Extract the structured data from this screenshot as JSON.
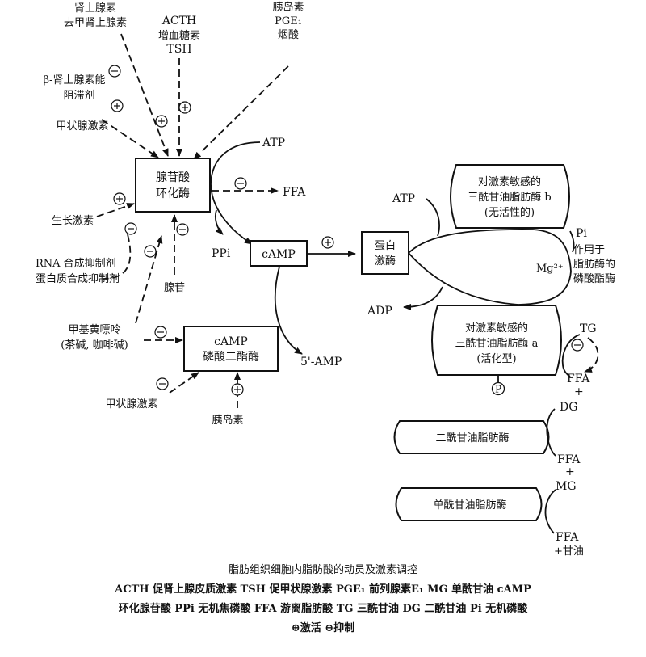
{
  "inputs": {
    "adrenaline": [
      "肾上腺素",
      "去甲肾上腺素"
    ],
    "acth": [
      "ACTH",
      "增血糖素",
      "TSH"
    ],
    "insulin_top": [
      "胰岛素",
      "PGE₁",
      "烟酸"
    ],
    "beta_blocker": [
      "β-肾上腺素能",
      "阻滞剂"
    ],
    "thyroid_top": "甲状腺激素",
    "growth_hormone": "生长激素",
    "rna_inhibitor": [
      "RNA 合成抑制剂",
      "蛋白质合成抑制剂"
    ],
    "adenosine": "腺苷",
    "methylxanthine": [
      "甲基黄嘌呤",
      "(茶碱, 咖啡碱)"
    ],
    "thyroid_bottom": "甲状腺激素",
    "insulin_bottom": "胰岛素"
  },
  "enzymes": {
    "adenylate_cyclase": [
      "腺苷酸",
      "环化酶"
    ],
    "camp_pde": [
      "cAMP",
      "磷酸二酯酶"
    ],
    "protein_kinase": [
      "蛋白",
      "激酶"
    ],
    "hsl_b": [
      "对激素敏感的",
      "三酰甘油脂肪酶 b",
      "(无活性的)"
    ],
    "hsl_a": [
      "对激素敏感的",
      "三酰甘油脂肪酶 a",
      "(活化型)"
    ],
    "dg_lipase": "二酰甘油脂肪酶",
    "mg_lipase": "单酰甘油脂肪酶"
  },
  "metabolites": {
    "atp_top": "ATP",
    "ffa_top": "FFA",
    "ppi": "PPi",
    "camp": "cAMP",
    "five_amp": "5'-AMP",
    "atp_right": "ATP",
    "adp": "ADP",
    "pi": "Pi",
    "phosphatase": [
      "作用于",
      "脂肪酶的",
      "磷酸酯酶"
    ],
    "mg2": "Mg²⁺",
    "tg": "TG",
    "ffa_1": [
      "FFA",
      "+",
      "DG"
    ],
    "ffa_2": [
      "FFA",
      "+",
      "MG"
    ],
    "ffa_3": [
      "FFA",
      "+甘油"
    ],
    "phospho": "P"
  },
  "symbols": {
    "activate": "+",
    "inhibit": "−"
  },
  "caption": {
    "title": "脂肪组织细胞内脂肪酸的动员及激素调控",
    "legend_line1": "ACTH 促肾上腺皮质激素   TSH 促甲状腺激素   PGE₁ 前列腺素E₁   MG 单酰甘油   cAMP",
    "legend_line2": "环化腺苷酸   PPi 无机焦磷酸   FFA 游离脂肪酸   TG 三酰甘油   DG 二酰甘油   Pi 无机磷酸",
    "legend_line3": "⊕激活   ⊖抑制"
  }
}
